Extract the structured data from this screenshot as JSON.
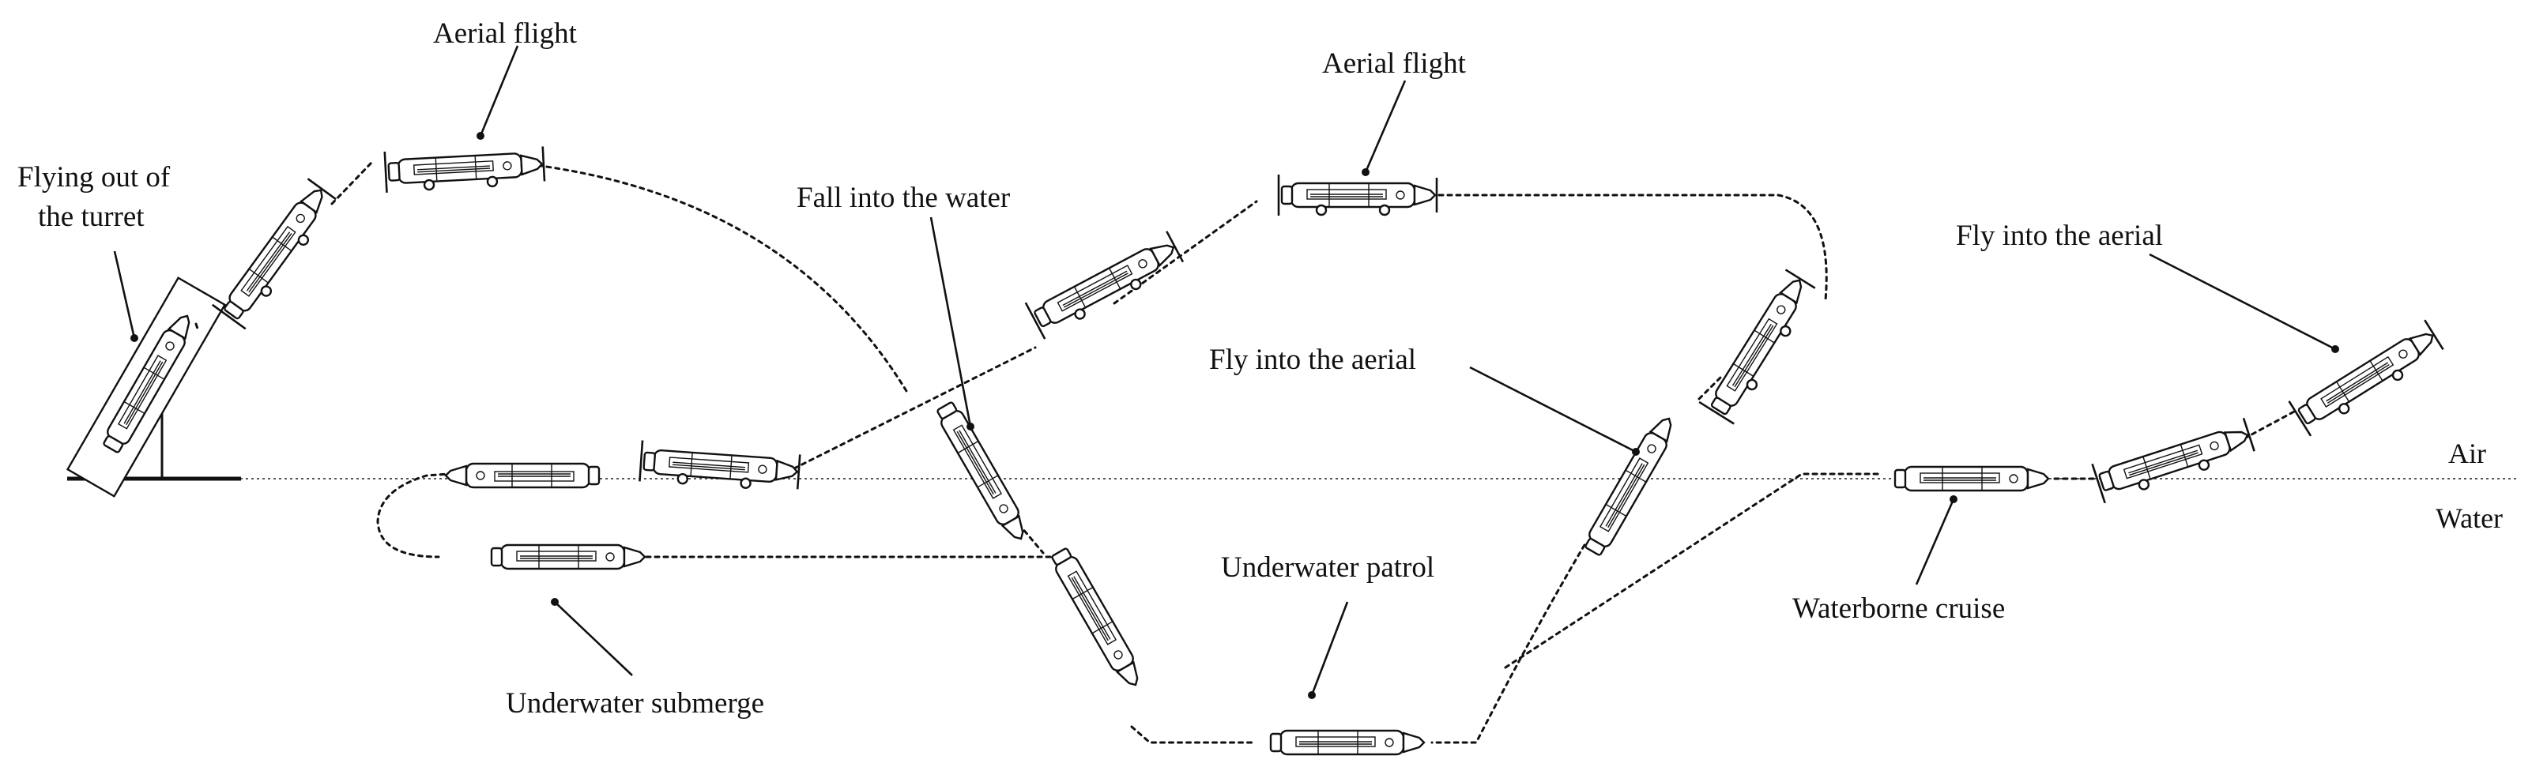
{
  "labels": {
    "flying_out": [
      "Flying out of",
      "the turret"
    ],
    "aerial_flight_1": "Aerial flight",
    "aerial_flight_2": "Aerial flight",
    "fall_into_water": "Fall into the water",
    "fly_into_aerial_1": "Fly into the aerial",
    "fly_into_aerial_2": "Fly into the aerial",
    "underwater_patrol": "Underwater patrol",
    "underwater_submerge": "Underwater submerge",
    "waterborne_cruise": "Waterborne cruise"
  },
  "medium": {
    "air": "Air",
    "water": "Water"
  }
}
